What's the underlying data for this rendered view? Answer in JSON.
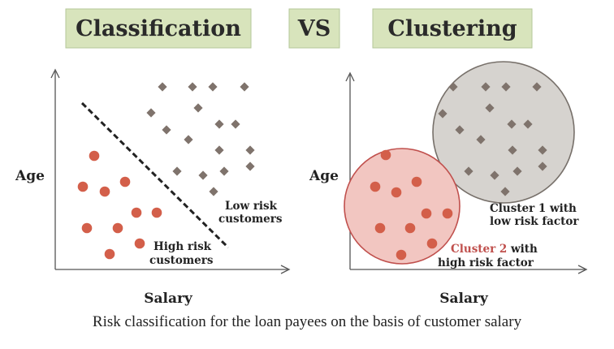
{
  "titles": {
    "classification": "Classification",
    "vs": "VS",
    "clustering": "Clustering"
  },
  "left_panel": {
    "ylabel": "Age",
    "xlabel": "Salary",
    "low_risk_line1": "Low risk",
    "low_risk_line2": "customers",
    "high_risk_line1": "High risk",
    "high_risk_line2": "customers"
  },
  "right_panel": {
    "ylabel": "Age",
    "xlabel": "Salary",
    "cluster1_line1": "Cluster 1 with",
    "cluster1_line2": "low risk factor",
    "cluster2_line1": "Cluster 2",
    "cluster2_line1_rest": " with",
    "cluster2_line2": "high risk factor"
  },
  "caption": "Risk classification for the loan payees on the basis of customer salary",
  "colors": {
    "title_box": "#d8e4bc",
    "red_points": "#d35f4a",
    "grey_points": "#7f736c",
    "cluster_red_fill": "#f2c6c1",
    "cluster_grey_fill": "#d6d3cf",
    "cluster2_label": "#c0504d"
  }
}
